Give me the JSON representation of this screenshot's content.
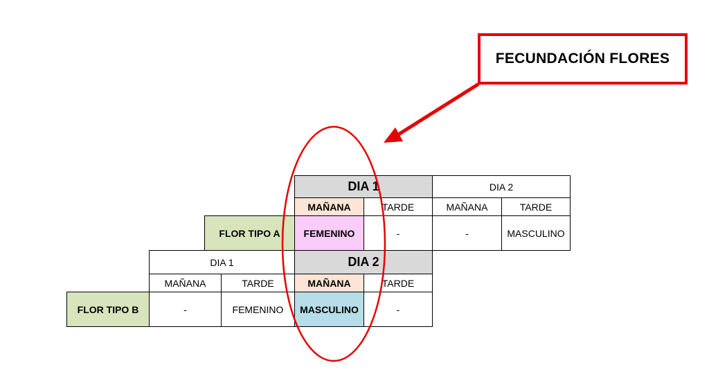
{
  "colors": {
    "header_gray": "#d9d9d9",
    "manana_peach": "#fce4d6",
    "femenino_pink": "#f9ccf9",
    "masculino_blue": "#b7dde8",
    "flor_green": "#d8e4bc",
    "annotation_red": "#e60000"
  },
  "callout": {
    "text": "FECUNDACIÓN FLORES"
  },
  "flor_a": {
    "label": "FLOR TIPO A",
    "dia1": {
      "title": "DIA 1",
      "manana": "MAÑANA",
      "tarde": "TARDE",
      "manana_value": "FEMENINO",
      "tarde_value": "-"
    },
    "dia2": {
      "title": "DIA 2",
      "manana": "MAÑANA",
      "tarde": "TARDE",
      "manana_value": "-",
      "tarde_value": "MASCULINO"
    }
  },
  "flor_b": {
    "label": "FLOR TIPO B",
    "dia1": {
      "title": "DIA 1",
      "manana": "MAÑANA",
      "tarde": "TARDE",
      "manana_value": "-",
      "tarde_value": "FEMENINO"
    },
    "dia2": {
      "title": "DIA 2",
      "manana": "MAÑANA",
      "tarde": "TARDE",
      "manana_value": "MASCULINO",
      "tarde_value": "-"
    }
  }
}
